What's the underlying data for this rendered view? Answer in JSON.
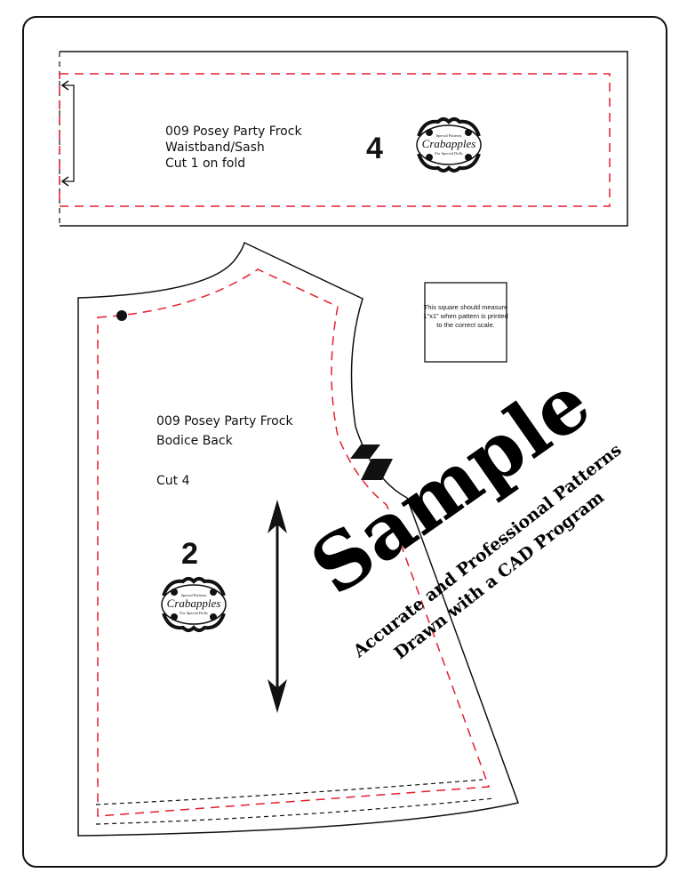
{
  "colors": {
    "seam_line": "#e31e2d",
    "outline": "#111111"
  },
  "waistband_piece": {
    "lines": [
      "009 Posey Party  Frock",
      "Waistband/Sash",
      "Cut 1 on fold"
    ],
    "piece_number": "4",
    "fold_arrow_icon": "fold-bracket-arrow"
  },
  "bodice_piece": {
    "lines": [
      "009 Posey Party Frock",
      "Bodice Back"
    ],
    "cut": "Cut 4",
    "piece_number": "2",
    "grainline_icon": "double-arrow-vertical",
    "notch_icon": "double-notch"
  },
  "scale_square": {
    "lines": [
      "This square should measure",
      "1\"x1\" when pattern is printed",
      "to the correct scale."
    ]
  },
  "logo": {
    "top": "Special Patterns",
    "name": "Crabapples",
    "bottom": "For Special Dolls"
  },
  "watermark": {
    "title": "Sample",
    "line1": "Accurate and Professional Patterns",
    "line2": "Drawn with a CAD Program"
  }
}
